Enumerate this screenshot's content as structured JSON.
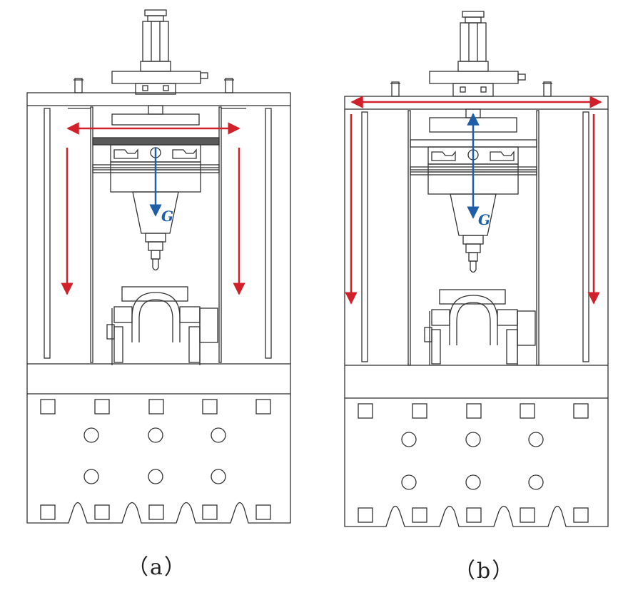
{
  "panels": [
    {
      "id": "a",
      "caption": "（a）",
      "gravity_label": "G"
    },
    {
      "id": "b",
      "caption": "（b）",
      "gravity_label": "G"
    }
  ],
  "colors": {
    "line": "#333333",
    "force_arrow": "#d0202a",
    "gravity_arrow": "#1f5fa8",
    "top_plate": "#5a5a5a"
  }
}
